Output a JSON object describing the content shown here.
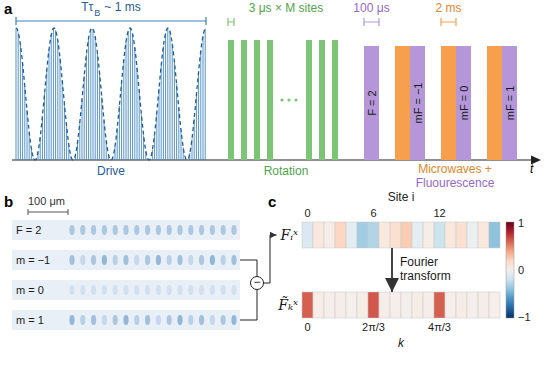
{
  "diagram": {
    "nodes": [
      {
        "text": [
          "F = 2"
        ]
      },
      {
        "text": [
          "mF = −1"
        ]
      },
      {
        "text": [
          "mF = 0"
        ]
      },
      {
        "text": [
          "mF = 1"
        ]
      },
      {
        "text": [
          "F = 2"
        ]
      },
      {
        "text": [
          "m = −1"
        ]
      },
      {
        "text": [
          "m = 0"
        ]
      },
      {
        "text": [
          "m = 1"
        ]
      },
      {
        "text": [
          "−"
        ]
      },
      {
        "text": [
          "Fᵢˣ"
        ]
      },
      {
        "text": [
          "F̃ₖˣ"
        ]
      }
    ],
    "edges": [
      {
        "from": 5,
        "to": 8,
        "arrow": "none"
      },
      {
        "from": 7,
        "to": 8,
        "arrow": "none"
      },
      {
        "from": 8,
        "to": 9,
        "arrow": "to"
      },
      {
        "from": 9,
        "to": 10,
        "arrow": "to",
        "label": "Fourier transform"
      }
    ],
    "labels": [
      "a",
      "Tτ",
      "B",
      "~ 1 ms",
      "3 μs × M sites",
      "100 μs",
      "2 ms",
      "Drive",
      "Rotation",
      "Microwaves +",
      "Fluourescence",
      "t",
      "b",
      "100 μm",
      "c",
      "Site i",
      "0",
      "6",
      "12",
      "1",
      "0",
      "−1",
      "k",
      "0",
      "2π/3",
      "4π/3"
    ]
  }
}
